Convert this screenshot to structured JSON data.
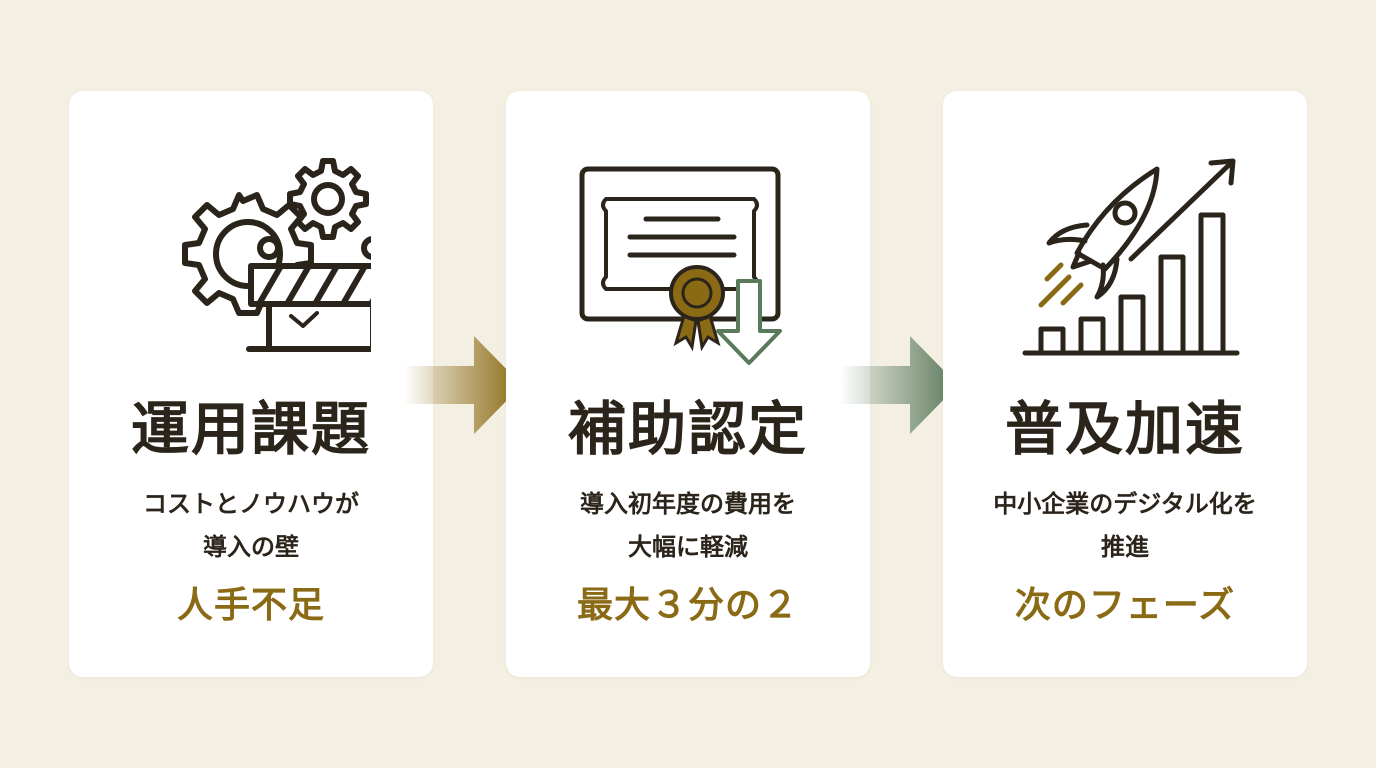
{
  "steps": [
    {
      "title": "運用課題",
      "desc_line1": "コストとノウハウが",
      "desc_line2": "導入の壁",
      "highlight": "人手不足",
      "icon": "gears-barrier-icon"
    },
    {
      "title": "補助認定",
      "desc_line1": "導入初年度の費用を",
      "desc_line2": "大幅に軽減",
      "highlight": "最大３分の２",
      "icon": "certificate-down-arrow-icon"
    },
    {
      "title": "普及加速",
      "desc_line1": "中小企業のデジタル化を",
      "desc_line2": "推進",
      "highlight": "次のフェーズ",
      "icon": "rocket-growth-chart-icon"
    }
  ],
  "colors": {
    "background": "#f3efe3",
    "card": "#ffffff",
    "text": "#2b241b",
    "accent_gold": "#8a6a14",
    "accent_green": "#5a7a5c"
  }
}
